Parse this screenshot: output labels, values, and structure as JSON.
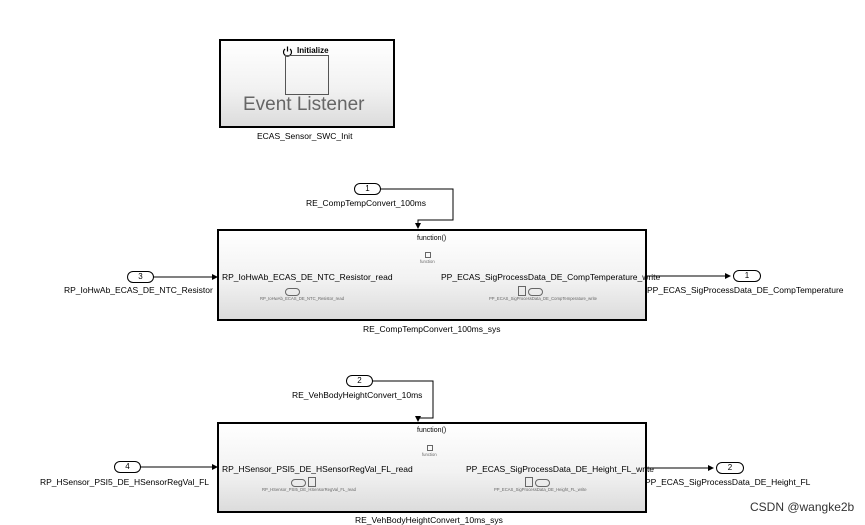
{
  "init_block": {
    "title": "Event Listener",
    "trigger_label": "Initialize",
    "name": "ECAS_Sensor_SWC_Init"
  },
  "subsystem1": {
    "trigger_port_number": "1",
    "trigger_port_name": "RE_CompTempConvert_100ms",
    "function_label": "function()",
    "function_icon_label": "function",
    "input_port_number": "3",
    "input_port_name": "RP_IoHwAb_ECAS_DE_NTC_Resistor",
    "inner_input_label": "RP_IoHwAb_ECAS_DE_NTC_Resistor_read",
    "inner_input_small": "RP_IoHwAb_ECAS_DE_NTC_Resistor_read",
    "inner_output_label": "PP_ECAS_SigProcessData_DE_CompTemperature_write",
    "inner_output_small": "PP_ECAS_SigProcessData_DE_CompTemperature_write",
    "output_port_number": "1",
    "output_port_name": "PP_ECAS_SigProcessData_DE_CompTemperature",
    "name": "RE_CompTempConvert_100ms_sys"
  },
  "subsystem2": {
    "trigger_port_number": "2",
    "trigger_port_name": "RE_VehBodyHeightConvert_10ms",
    "function_label": "function()",
    "function_icon_label": "function",
    "input_port_number": "4",
    "input_port_name": "RP_HSensor_PSI5_DE_HSensorRegVal_FL",
    "inner_input_label": "RP_HSensor_PSI5_DE_HSensorRegVal_FL_read",
    "inner_input_small": "RP_HSensor_PSI5_DE_HSensorRegVal_FL_read",
    "inner_output_label": "PP_ECAS_SigProcessData_DE_Height_FL_write",
    "inner_output_small": "PP_ECAS_SigProcessData_DE_Height_FL_write",
    "output_port_number": "2",
    "output_port_name": "PP_ECAS_SigProcessData_DE_Height_FL",
    "name": "RE_VehBodyHeightConvert_10ms_sys"
  },
  "watermark": "CSDN @wangke2b"
}
